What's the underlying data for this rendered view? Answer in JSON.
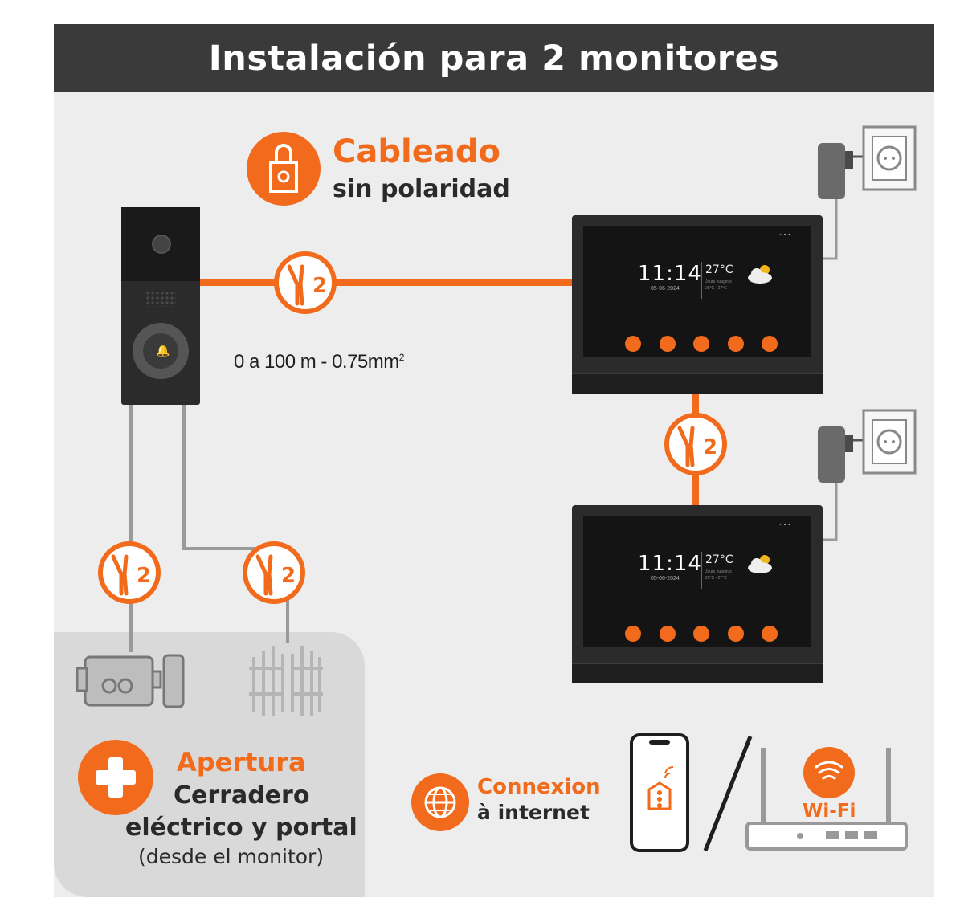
{
  "header": {
    "title": "Instalación para 2 monitores"
  },
  "cableado": {
    "title": "Cableado",
    "subtitle": "sin polaridad",
    "icon": "padlock-icon"
  },
  "distance": {
    "main": "0 a 100 m - 0.75mm",
    "exponent": "2"
  },
  "wire_badge": {
    "count": "2",
    "icon": "wire-pair-icon"
  },
  "monitors": [
    {
      "time": "11:14",
      "date": "05-06-2024",
      "temp": "27°C",
      "weather_line1": "Jours nuageux",
      "weather_line2": "25°C - 27°C"
    },
    {
      "time": "11:14",
      "date": "05-06-2024",
      "temp": "27°C",
      "weather_line1": "Jours nuageux",
      "weather_line2": "25°C - 27°C"
    }
  ],
  "apertura": {
    "title": "Apertura",
    "line1": "Cerradero",
    "line2": "eléctrico y portal",
    "line3": "(desde el monitor)",
    "icon": "plus-icon"
  },
  "internet": {
    "line1": "Connexion",
    "line2": "à internet",
    "icon": "globe-icon"
  },
  "wifi": {
    "label": "Wi-Fi",
    "icon": "wifi-icon"
  },
  "colors": {
    "accent": "#f26a1b",
    "header_bg": "#3a3a3a",
    "panel_bg": "#ededed",
    "device_dark": "#2b2b2b"
  }
}
